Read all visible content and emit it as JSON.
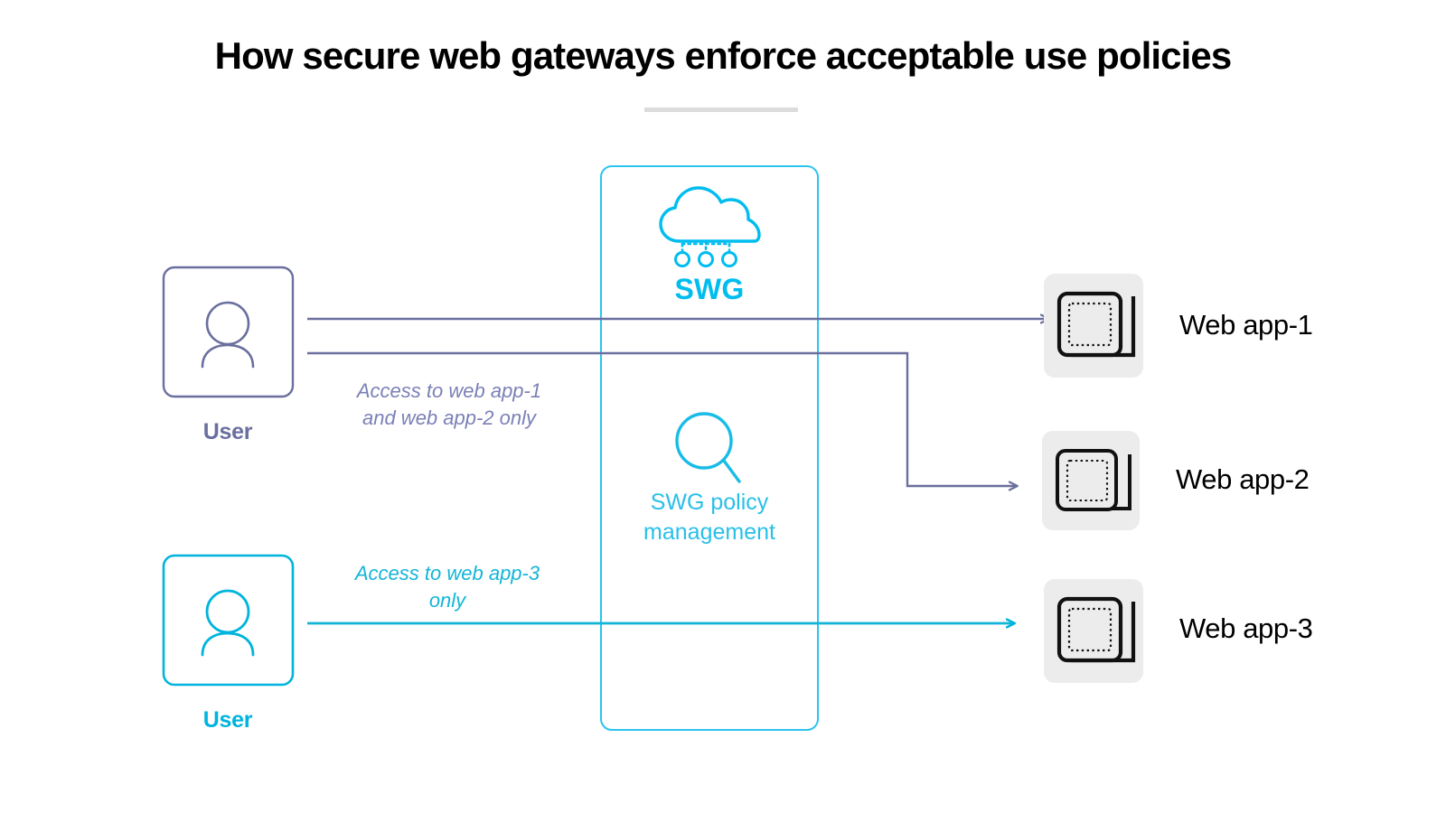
{
  "page": {
    "title": "How secure web gateways enforce acceptable use policies",
    "background": "#ffffff",
    "divider_color": "#dcdcdc"
  },
  "colors": {
    "purple": "#6a6f9e",
    "purple_text": "#7b80b6",
    "cyan": "#00bdef",
    "cyan_line": "#12b5d8",
    "cyan_label": "#29c0e8",
    "black": "#000000",
    "app_tile_bg": "#ececec"
  },
  "actors": [
    {
      "id": "user-top",
      "label": "User",
      "icon": "user-icon",
      "color": "#6a6f9e"
    },
    {
      "id": "user-bottom",
      "label": "User",
      "icon": "user-icon",
      "color": "#00bdef"
    }
  ],
  "gateway": {
    "container_label": "swg-container",
    "cloud": {
      "icon": "cloud-nodes-icon",
      "label": "SWG",
      "color": "#00bdef"
    },
    "policy": {
      "icon": "magnifier-icon",
      "label_line1": "SWG policy",
      "label_line2": "management",
      "color": "#29c0e8"
    }
  },
  "flows": [
    {
      "id": "flow-top",
      "text_line1": "Access to web app-1",
      "text_line2": "and web app-2 only",
      "color": "#7b80b6",
      "targets": [
        "Web app-1",
        "Web app-2"
      ]
    },
    {
      "id": "flow-bottom",
      "text_line1": "Access to web app-3",
      "text_line2": "only",
      "color": "#12b5d8",
      "targets": [
        "Web app-3"
      ]
    }
  ],
  "apps": [
    {
      "id": "web-app-1",
      "label": "Web app-1",
      "icon": "stacked-window-icon"
    },
    {
      "id": "web-app-2",
      "label": "Web app-2",
      "icon": "stacked-window-icon"
    },
    {
      "id": "web-app-3",
      "label": "Web app-3",
      "icon": "stacked-window-icon"
    }
  ]
}
